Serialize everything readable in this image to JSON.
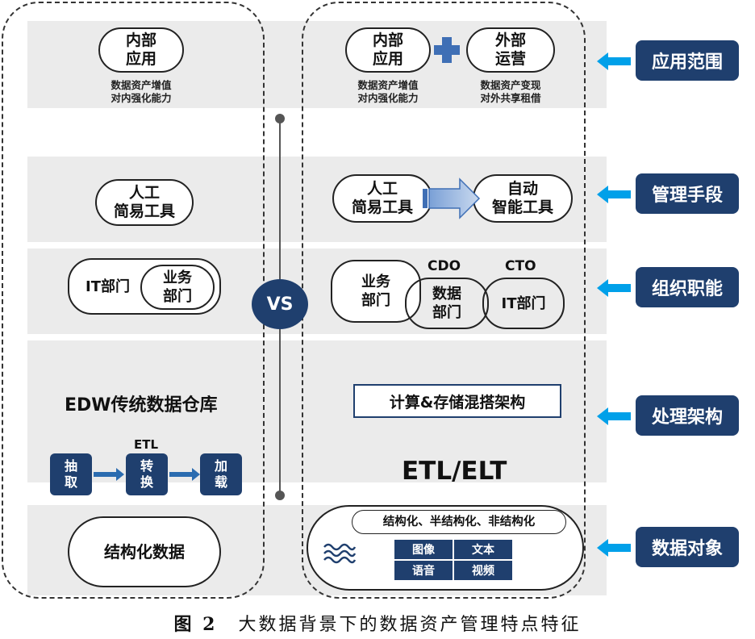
{
  "rows": [
    {
      "label": "应用范围"
    },
    {
      "label": "管理手段"
    },
    {
      "label": "组织职能"
    },
    {
      "label": "处理架构"
    },
    {
      "label": "数据对象"
    }
  ],
  "left": {
    "scope_pill": "内部\n应用",
    "scope_note": "数据资产增值\n对内强化能力",
    "mgmt_pill": "人工\n简易工具",
    "org_outer": "IT部门",
    "org_inner": "业务\n部门",
    "arch_title": "EDW传统数据仓库",
    "etl_label": "ETL",
    "etl_steps": [
      "抽\n取",
      "转\n换",
      "加\n载"
    ],
    "data_pill": "结构化数据"
  },
  "right": {
    "scope_pill_internal": "内部\n应用",
    "scope_note_internal": "数据资产增值\n对内强化能力",
    "scope_pill_external": "外部\n运营",
    "scope_note_external": "数据资产变现\n对外共享租借",
    "mgmt_from": "人工\n简易工具",
    "mgmt_to": "自动\n智能工具",
    "org_business": "业务\n部门",
    "org_data": "数据\n部门",
    "org_it": "IT部门",
    "org_cdo": "CDO",
    "org_cto": "CTO",
    "arch_box": "计算&存储混搭架构",
    "arch_etl": "ETL/ELT",
    "data_types": "结构化、半结构化、非结构化",
    "data_cells": [
      "图像",
      "文本",
      "语音",
      "视频"
    ]
  },
  "center": {
    "vs": "VS"
  },
  "caption": {
    "fig": "图 2",
    "text": "大数据背景下的数据资产管理特点特征"
  },
  "colors": {
    "navy": "#1f3f6e",
    "arrow": "#00a0e9",
    "band": "#ebebeb",
    "plus": "#3f6fb5"
  }
}
